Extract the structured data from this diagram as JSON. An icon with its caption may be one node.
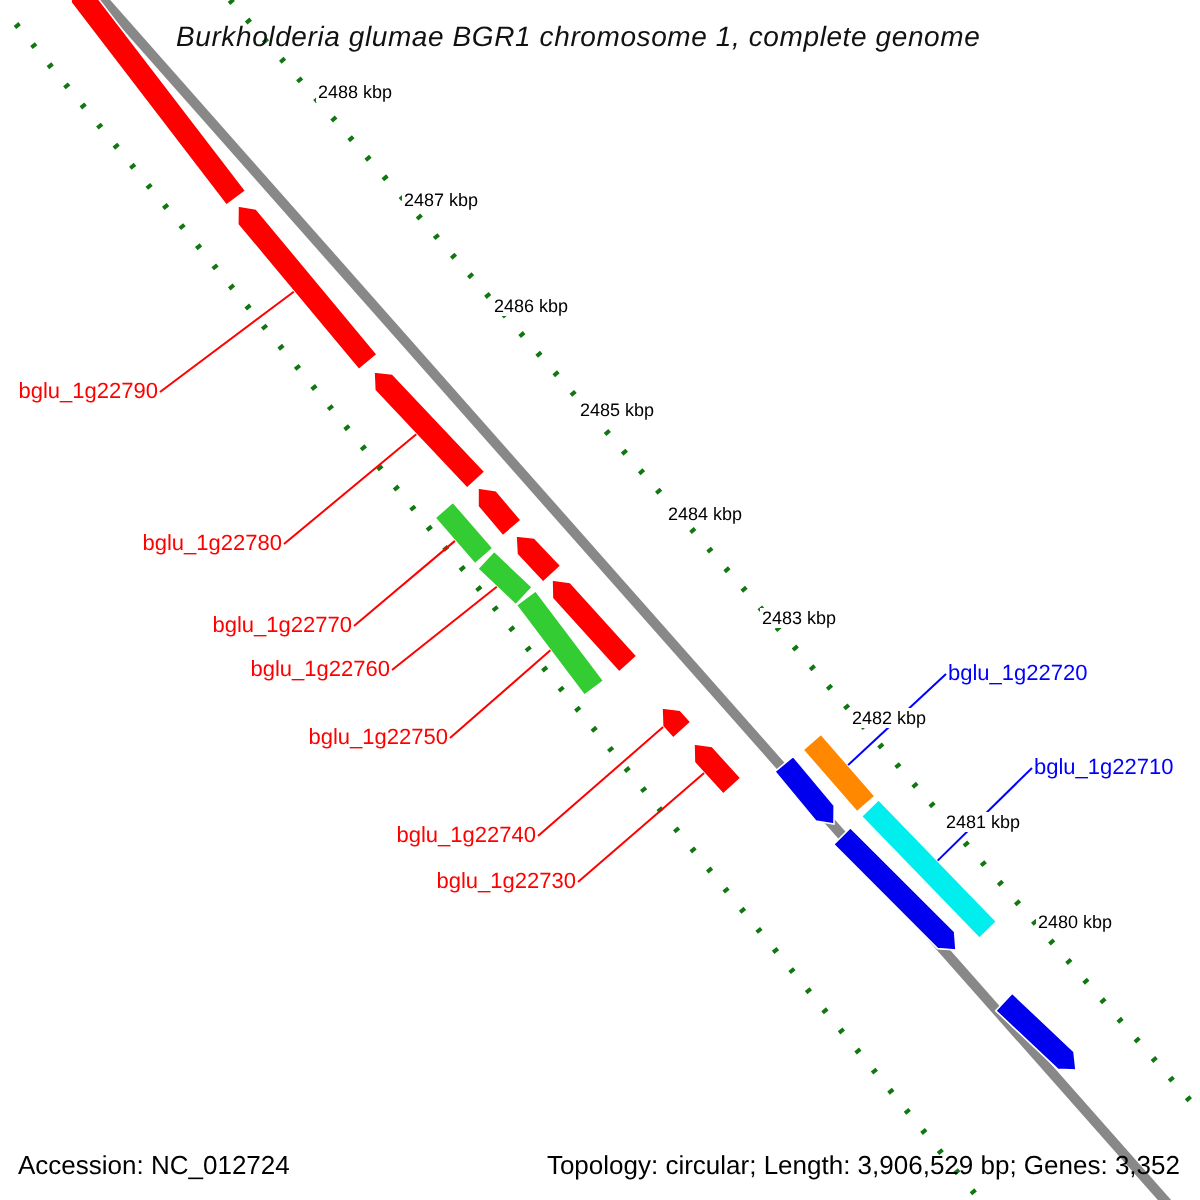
{
  "diagram": {
    "title": "Burkholderia glumae BGR1 chromosome 1, complete genome",
    "nodes": [
      {
        "text": [
          "bglu_1g22790"
        ]
      },
      {
        "text": [
          "bglu_1g22780"
        ]
      },
      {
        "text": [
          "bglu_1g22770"
        ]
      },
      {
        "text": [
          "bglu_1g22760"
        ]
      },
      {
        "text": [
          "bglu_1g22720"
        ]
      },
      {
        "text": [
          "bglu_1g22750"
        ]
      },
      {
        "text": [
          "bglu_1g22710"
        ]
      },
      {
        "text": [
          "bglu_1g22740"
        ]
      },
      {
        "text": [
          "bglu_1g22730"
        ]
      },
      {
        "text": [],
        "shape": "bar"
      },
      {
        "text": [],
        "shape": "bar"
      },
      {
        "text": [],
        "shape": "bar"
      },
      {
        "text": [],
        "shape": "bar"
      },
      {
        "text": [],
        "shape": "bar"
      },
      {
        "text": [],
        "shape": "bar"
      },
      {
        "text": [],
        "shape": "bar"
      },
      {
        "text": [],
        "shape": "bar"
      },
      {
        "text": [],
        "shape": "bar"
      },
      {
        "text": [],
        "shape": "bar"
      },
      {
        "text": [],
        "shape": "bar"
      },
      {
        "text": [],
        "shape": "bar"
      },
      {
        "text": [],
        "shape": "bar"
      },
      {
        "text": [],
        "shape": "bar"
      },
      {
        "text": [],
        "shape": "bar"
      },
      {
        "text": [],
        "shape": "bar"
      }
    ],
    "edges": [
      {
        "from": 0,
        "to": 10,
        "arrow": "none"
      },
      {
        "from": 1,
        "to": 11,
        "arrow": "none"
      },
      {
        "from": 2,
        "to": 13,
        "arrow": "none"
      },
      {
        "from": 3,
        "to": 15,
        "arrow": "none"
      },
      {
        "from": 4,
        "to": 19,
        "arrow": "none",
        "color": "#0000ff"
      },
      {
        "from": 5,
        "to": 17,
        "arrow": "none"
      },
      {
        "from": 6,
        "to": 22,
        "arrow": "none",
        "color": "#0000ff"
      },
      {
        "from": 7,
        "to": 18,
        "arrow": "none"
      },
      {
        "from": 8,
        "to": 20,
        "arrow": "none"
      }
    ],
    "labels": [
      "2488 kbp",
      "2487 kbp",
      "2486 kbp",
      "2485 kbp",
      "2484 kbp",
      "2483 kbp",
      "2482 kbp",
      "2481 kbp",
      "2480 kbp",
      "Accession: NC_012724",
      "Topology: circular; Length: 3,906,529 bp; Genes: 3,352"
    ]
  }
}
